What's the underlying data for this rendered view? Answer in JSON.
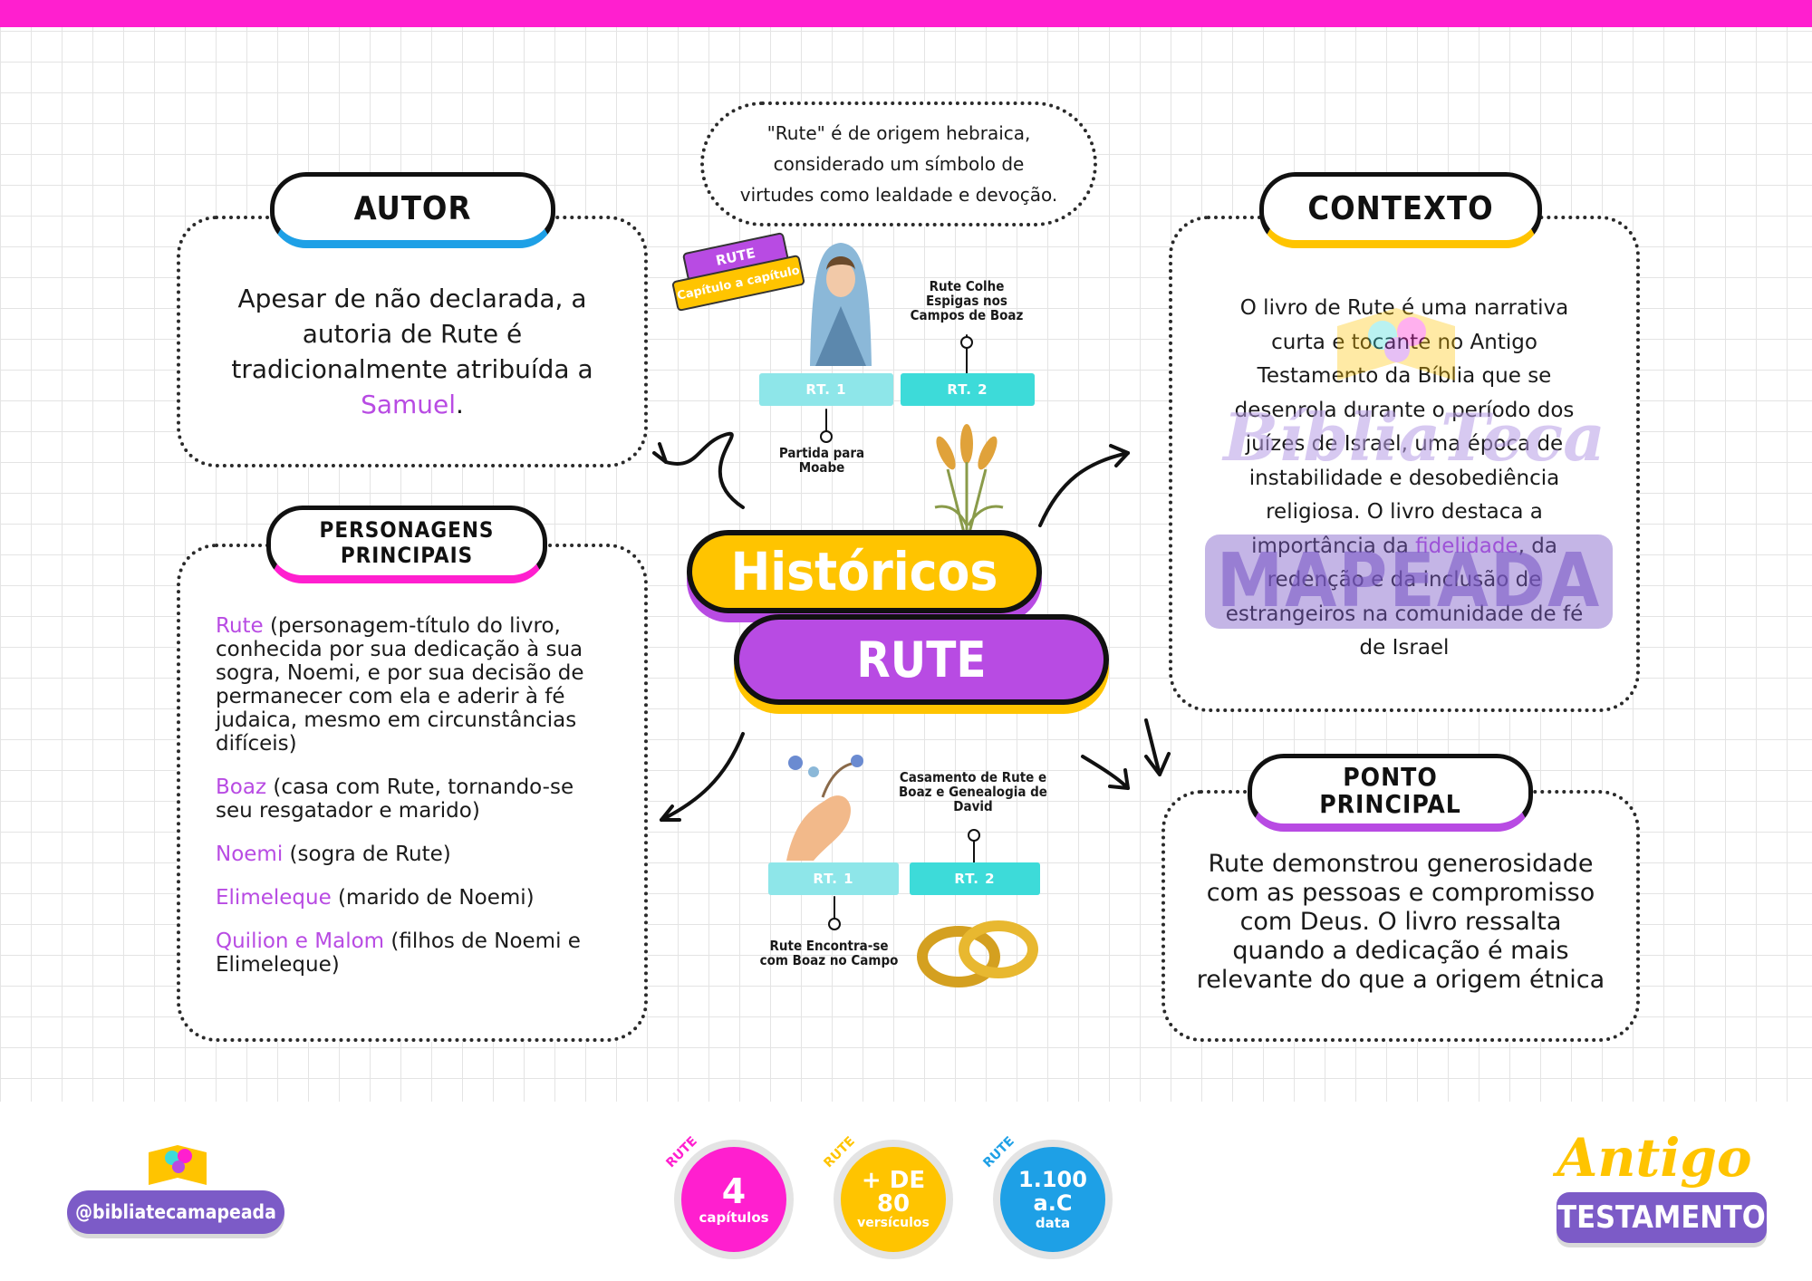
{
  "colors": {
    "accent_pink": "#ff1fcf",
    "accent_purple": "#b84be3",
    "accent_yellow": "#ffc400",
    "accent_cyan": "#3ddbd9",
    "accent_light_cyan": "#8ee6e9",
    "accent_blue": "#1ea0e6"
  },
  "quote": "\"Rute\" é de origem hebraica, considerado um símbolo de virtudes como lealdade e devoção.",
  "autor": {
    "title": "AUTOR",
    "text_before": "Apesar de não declarada, a autoria de Rute é tradicionalmente atribuída a ",
    "highlight": "Samuel",
    "text_after": "."
  },
  "personagens": {
    "title": "PERSONAGENS PRINCIPAIS",
    "items": [
      {
        "name": "Rute",
        "desc": " (personagem-título do livro, conhecida por sua dedicação à sua sogra, Noemi, e por sua decisão de permanecer com ela e aderir à fé judaica, mesmo em circunstâncias difíceis)"
      },
      {
        "name": "Boaz",
        "desc": " (casa com Rute, tornando-se seu resgatador e marido)"
      },
      {
        "name": "Noemi",
        "desc": " (sogra de Rute)"
      },
      {
        "name": "Elimeleque",
        "desc": " (marido de Noemi)"
      },
      {
        "name": "Quilion e Malom",
        "desc": " (filhos de Noemi e Elimeleque)"
      }
    ]
  },
  "contexto": {
    "title": "CONTEXTO",
    "text_before": "O livro de Rute é uma narrativa curta e tocante no Antigo Testamento da Bíblia que se desenrola durante o período dos juízes de Israel, uma época de instabilidade e desobediência religiosa. O livro destaca a importância da ",
    "highlight": "fidelidade",
    "text_after": ", da redenção e da inclusão de estrangeiros na comunidade de fé de Israel"
  },
  "ponto": {
    "title": "PONTO PRINCIPAL",
    "text": "Rute demonstrou generosidade com as pessoas e compromisso com Deus. O livro ressalta quando a dedicação é mais relevante do que a origem étnica"
  },
  "center": {
    "category": "Históricos",
    "book": "RUTE"
  },
  "badge": {
    "line1": "RUTE",
    "line2": "Capítulo a capítulo"
  },
  "timeline_top": {
    "tag1": "RT. 1",
    "tag2": "RT. 2",
    "label_up": "Rute Colhe Espigas nos Campos de Boaz",
    "label_down": "Partida para Moabe"
  },
  "timeline_bottom": {
    "tag1": "RT. 1",
    "tag2": "RT. 2",
    "label_up": "Casamento de Rute e Boaz e Genealogia de David",
    "label_down": "Rute Encontra-se com Boaz no Campo"
  },
  "watermark": {
    "line1": "BíbliaTeca",
    "line2": "MAPEADA"
  },
  "footer": {
    "handle": "@bibliatecamapeada",
    "brand_line1": "Antigo",
    "brand_line2": "TESTAMENTO",
    "stats": [
      {
        "corner": "RUTE",
        "big": "4",
        "small": "capítulos",
        "color": "#ff1fcf"
      },
      {
        "corner": "RUTE",
        "big": "+ DE 80",
        "small": "versículos",
        "color": "#ffc400"
      },
      {
        "corner": "RUTE",
        "big": "1.100 a.C",
        "small": "data",
        "color": "#1ea0e6"
      }
    ]
  }
}
